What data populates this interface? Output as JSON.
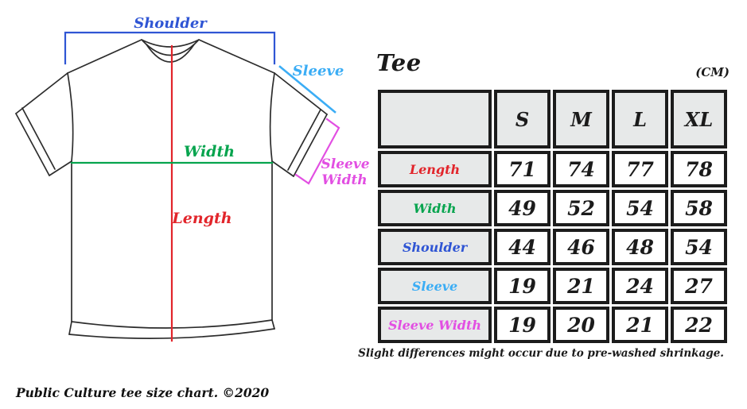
{
  "diagram": {
    "labels": {
      "shoulder": "Shoulder",
      "sleeve": "Sleeve",
      "width": "Width",
      "length": "Length",
      "sleeve_width_line1": "Sleeve",
      "sleeve_width_line2": "Width"
    },
    "colors": {
      "shoulder": "#2f55d4",
      "sleeve": "#3badf5",
      "width": "#06a44e",
      "length": "#e2252b",
      "sleeve_width": "#e24fe2",
      "outline": "#2d2d2d"
    }
  },
  "table": {
    "title": "Tee",
    "unit": "(CM)",
    "size_columns": [
      "S",
      "M",
      "L",
      "XL"
    ],
    "rows": [
      {
        "label": "Length",
        "color": "#e2252b",
        "values": [
          71,
          74,
          77,
          78
        ]
      },
      {
        "label": "Width",
        "color": "#06a44e",
        "values": [
          49,
          52,
          54,
          58
        ]
      },
      {
        "label": "Shoulder",
        "color": "#2f55d4",
        "values": [
          44,
          46,
          48,
          54
        ]
      },
      {
        "label": "Sleeve",
        "color": "#3badf5",
        "values": [
          19,
          21,
          24,
          27
        ]
      },
      {
        "label": "Sleeve Width",
        "color": "#e24fe2",
        "values": [
          19,
          20,
          21,
          22
        ]
      }
    ],
    "footnote": "Slight differences might occur due to pre-washed shrinkage."
  },
  "footer": {
    "credit": "Public Culture tee size chart. ©2020"
  }
}
